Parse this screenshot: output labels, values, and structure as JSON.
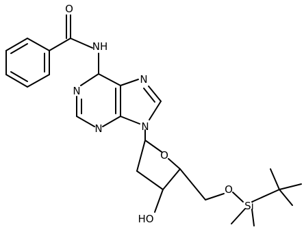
{
  "molecule": {
    "atom_labels": {
      "carbonyl_oxygen": "O",
      "amide_nitrogen": "NH",
      "n1": "N",
      "n3": "N",
      "n7": "N",
      "n9": "N",
      "ring_oxygen": "O",
      "hydroxyl": "HO",
      "ether_oxygen": "O",
      "silicon": "Si"
    }
  }
}
